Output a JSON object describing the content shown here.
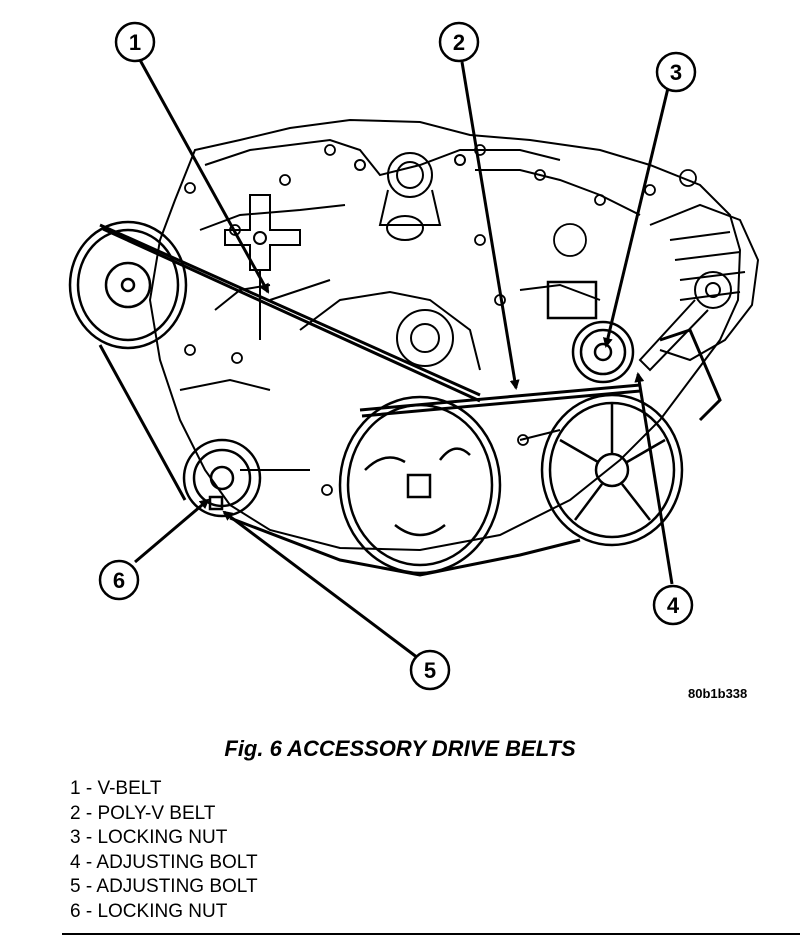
{
  "figure": {
    "code": "80b1b338",
    "caption": "Fig. 6 ACCESSORY DRIVE BELTS"
  },
  "callouts": [
    {
      "num": "1"
    },
    {
      "num": "2"
    },
    {
      "num": "3"
    },
    {
      "num": "4"
    },
    {
      "num": "5"
    },
    {
      "num": "6"
    }
  ],
  "legend": [
    {
      "text": "1 - V-BELT"
    },
    {
      "text": "2 - POLY-V BELT"
    },
    {
      "text": "3 - LOCKING NUT"
    },
    {
      "text": "4 - ADJUSTING BOLT"
    },
    {
      "text": "5 - ADJUSTING BOLT"
    },
    {
      "text": "6 - LOCKING NUT"
    }
  ]
}
